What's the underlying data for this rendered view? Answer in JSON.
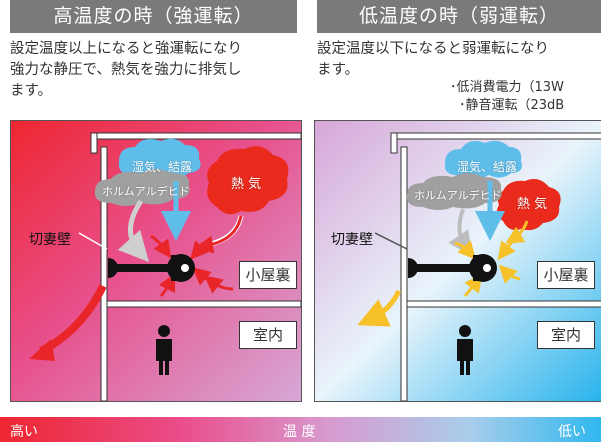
{
  "left": {
    "title": "高温度の時（強運転）",
    "desc_line1": "設定温度以上になると強運転になり",
    "desc_line2": "強力な静圧で、熱気を強力に排気し",
    "desc_line3": "ます。",
    "labels": {
      "humidity": "湿気、結露",
      "formaldehyde": "ホルムアルデヒド",
      "heat": "熱 気",
      "gable_wall": "切妻壁",
      "attic": "小屋裏",
      "indoor": "室内"
    }
  },
  "right": {
    "title": "低温度の時（弱運転）",
    "desc_line1": "設定温度以下になると弱運転になり",
    "desc_line2": "ます。",
    "spec1": "･低消費電力（13W",
    "spec2": "･静音運転（23dB",
    "labels": {
      "humidity": "湿気、結露",
      "formaldehyde": "ホルムアルデヒド",
      "heat": "熱 気",
      "gable_wall": "切妻壁",
      "attic": "小屋裏",
      "indoor": "室内"
    }
  },
  "temperature_bar": {
    "high": "高い",
    "label": "温 度",
    "low": "低い"
  },
  "colors": {
    "header_bg": "#7a7a7a",
    "hot_red": "#ee2630",
    "cool_blue": "#30b8ee",
    "heat_cloud": "#ea2a1c",
    "humidity_cloud": "#5fbdea",
    "formaldehyde_cloud": "#a0a0a0",
    "cool_arrow": "#f7c12a"
  }
}
